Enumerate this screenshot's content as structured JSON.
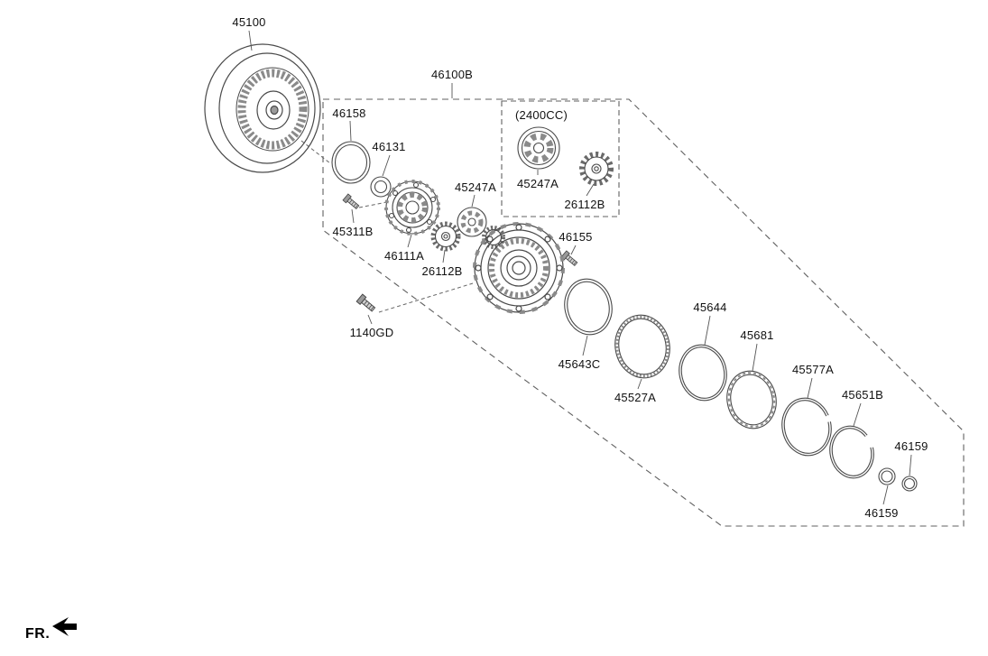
{
  "diagram": {
    "fr_label": "FR.",
    "colors": {
      "line": "#4a4a4a",
      "text": "#111111",
      "background": "#ffffff"
    },
    "callouts": [
      {
        "part": "45100"
      },
      {
        "part": "46100B"
      },
      {
        "part": "46158"
      },
      {
        "part": "46131"
      },
      {
        "part": "(2400CC)"
      },
      {
        "part": "45247A"
      },
      {
        "part": "26112B"
      },
      {
        "part": "45311B"
      },
      {
        "part": "46111A"
      },
      {
        "part": "45247A"
      },
      {
        "part": "26112B"
      },
      {
        "part": "46155"
      },
      {
        "part": "1140GD"
      },
      {
        "part": "45643C"
      },
      {
        "part": "45527A"
      },
      {
        "part": "45644"
      },
      {
        "part": "45681"
      },
      {
        "part": "45577A"
      },
      {
        "part": "45651B"
      },
      {
        "part": "46159"
      },
      {
        "part": "46159"
      }
    ]
  }
}
